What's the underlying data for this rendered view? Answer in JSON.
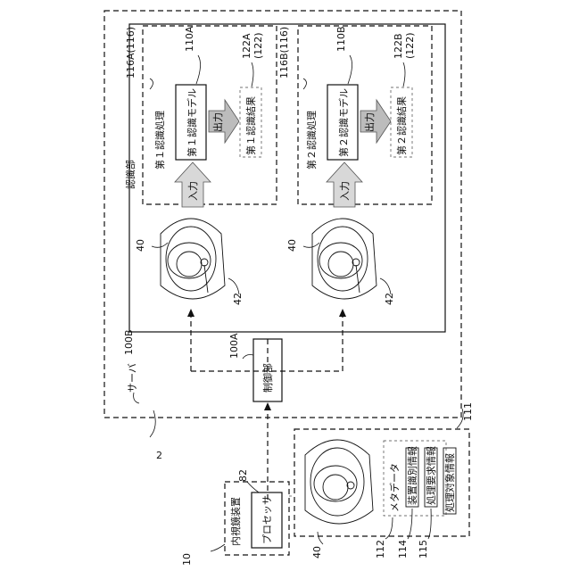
{
  "labels": {
    "fig_ref": "2",
    "server": "サーバ",
    "server_ref": "100B",
    "controller_ref": "100A",
    "controller": "制御部",
    "recognition_unit": "認識部",
    "proc1_ref": "116A(116)",
    "proc1": "第１認識処理",
    "model1": "第１認識モデル",
    "model1_ref": "110A",
    "result1": "第１認識結果",
    "result1_ref_a": "122A",
    "result1_ref_b": "(122)",
    "proc2_ref": "116B(116)",
    "proc2": "第２認識処理",
    "model2": "第２認識モデル",
    "model2_ref": "110B",
    "result2": "第２認識結果",
    "result2_ref_a": "122B",
    "result2_ref_b": "(122)",
    "input": "入力",
    "output": "出力",
    "image_ref": "40",
    "lesion_ref": "42",
    "endoscope_ref": "10",
    "endoscope": "内視鏡装置",
    "processor_ref": "82",
    "processor": "プロセッサ",
    "packet_ref": "111",
    "metadata": "メタデータ",
    "metadata_ref": "112",
    "device_id": "装置識別情報",
    "device_id_ref": "114",
    "request": "処理要求情報",
    "request_ref": "115",
    "target": "処理対象情報"
  }
}
